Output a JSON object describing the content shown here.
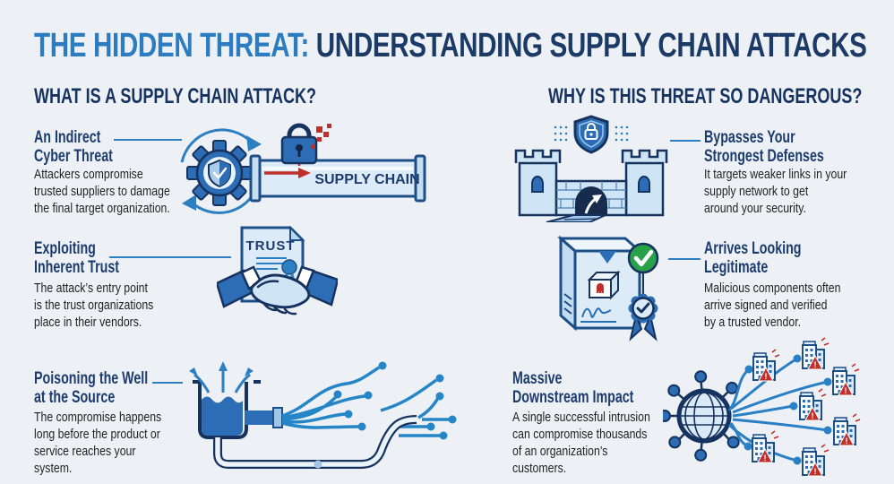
{
  "colors": {
    "bg": "#edf1f6",
    "title-accent": "#2b7cc0",
    "navy": "#1b3a66",
    "heading": "#16325e",
    "item-title": "#1d3c6e",
    "body": "#1f1f1f",
    "line": "#2e7fc1",
    "illu-primary": "#2d6db5",
    "illu-outline": "#16325e",
    "illu-light": "#d9e9f6",
    "red": "#c12f2a",
    "green": "#27a14a"
  },
  "title": {
    "accent": "THE HIDDEN THREAT:",
    "rest": " UNDERSTANDING SUPPLY CHAIN ATTACKS"
  },
  "labels": {
    "pipe": "SUPPLY CHAIN",
    "document": "TRUST",
    "warning": "!"
  },
  "left": {
    "heading": "WHAT IS A SUPPLY CHAIN ATTACK?",
    "items": [
      {
        "title1": "An Indirect",
        "title2": "Cyber Threat",
        "body": [
          "Attackers compromise",
          "trusted suppliers to damage",
          "the final target organization."
        ]
      },
      {
        "title1": "Exploiting",
        "title2": "Inherent Trust",
        "body": [
          "The attack’s entry point",
          "is the trust organizations",
          "place in their vendors."
        ]
      },
      {
        "title1": "Poisoning the Well",
        "title2": "at the Source",
        "body": [
          "The compromise happens",
          "long before the product or",
          "service reaches your",
          "system."
        ]
      }
    ]
  },
  "right": {
    "heading": "WHY IS THIS THREAT SO DANGEROUS?",
    "items": [
      {
        "title1": "Bypasses Your",
        "title2": "Strongest Defenses",
        "body": [
          "It targets weaker links in your",
          "supply network to get",
          "around your security."
        ]
      },
      {
        "title1": "Arrives Looking",
        "title2": "Legitimate",
        "body": [
          "Malicious components often",
          "arrive signed and verified",
          "by a trusted vendor."
        ]
      },
      {
        "title1": "Massive",
        "title2": "Downstream Impact",
        "body": [
          "A single successful intrusion",
          "can compromise thousands",
          "of an organization’s",
          "customers."
        ]
      }
    ]
  }
}
